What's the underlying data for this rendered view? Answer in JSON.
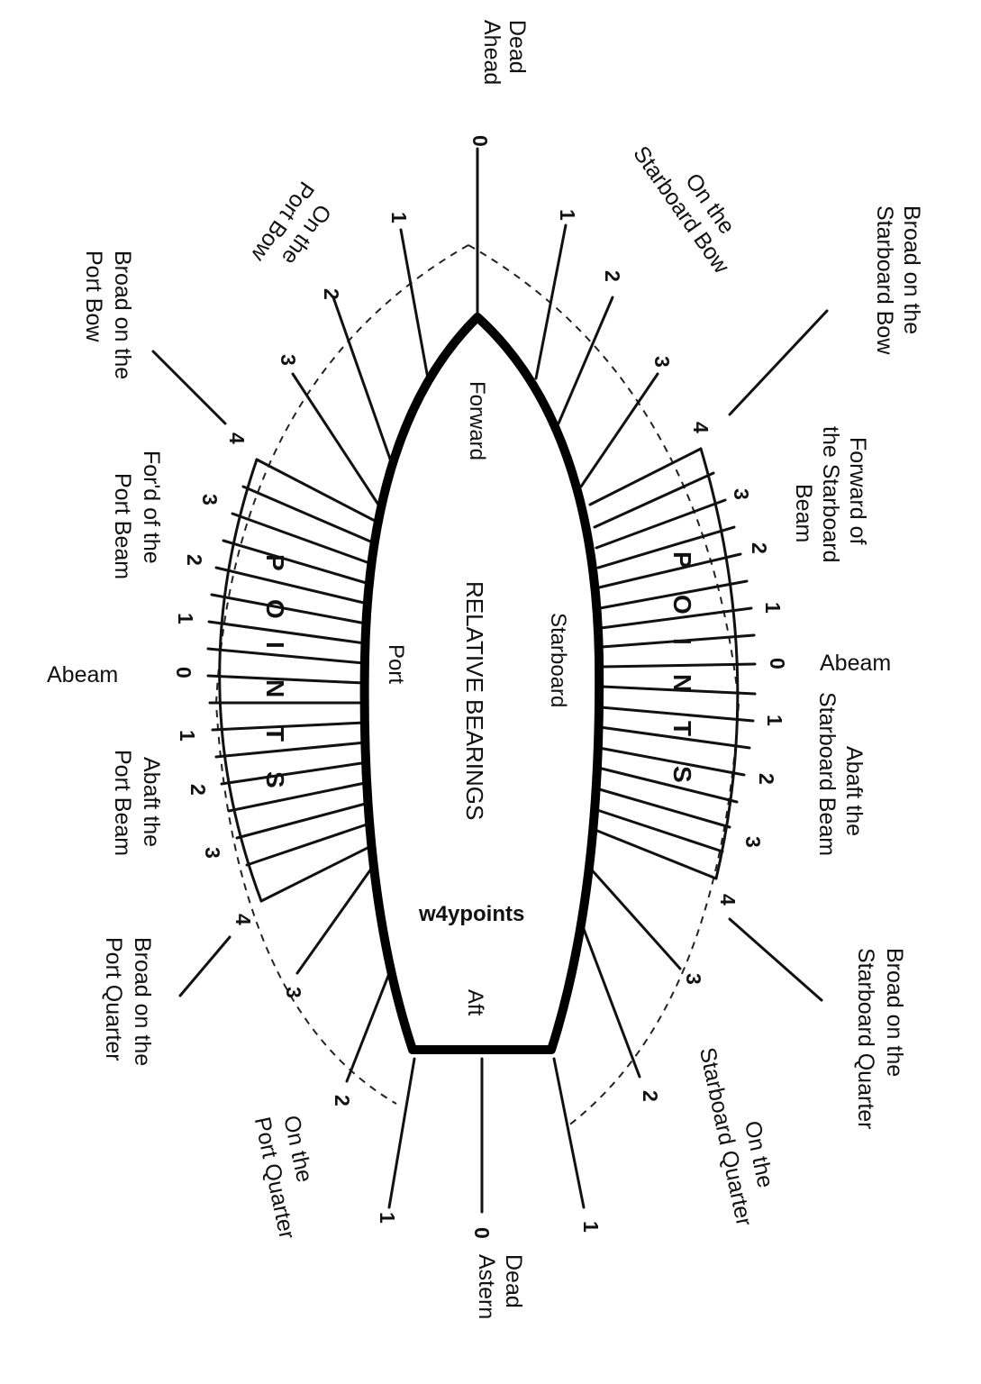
{
  "hull_labels": {
    "forward": "Forward",
    "aft": "Aft",
    "port": "Port",
    "starboard": "Starboard",
    "title": "RELATIVE BEARINGS",
    "watermark": "w4ypoints"
  },
  "points_word": [
    "P",
    "O",
    "I",
    "N",
    "T",
    "S"
  ],
  "bearings": {
    "dead_ahead": [
      "Dead",
      "Ahead"
    ],
    "dead_astern": [
      "Dead",
      "Astern"
    ],
    "abeam_port": "Abeam",
    "abeam_starboard": "Abeam",
    "starboard_bow": [
      "On the",
      "Starboard Bow"
    ],
    "port_bow": [
      "On the",
      "Port Bow"
    ],
    "broad_starboard_bow": [
      "Broad on the",
      "Starboard Bow"
    ],
    "broad_port_bow": [
      "Broad on the",
      "Port Bow"
    ],
    "fwd_starboard_beam": [
      "Forward of",
      "the Starboard",
      "Beam"
    ],
    "fwd_port_beam": [
      "For'd of the",
      "Port Beam"
    ],
    "abaft_starboard_beam": [
      "Abaft the",
      "Starboard Beam"
    ],
    "abaft_port_beam": [
      "Abaft the",
      "Port Beam"
    ],
    "broad_starboard_quarter": [
      "Broad on the",
      "Starboard Quarter"
    ],
    "broad_port_quarter": [
      "Broad on the",
      "Port Quarter"
    ],
    "starboard_quarter": [
      "On the",
      "Starboard Quarter"
    ],
    "port_quarter": [
      "On the",
      "Port Quarter"
    ]
  },
  "numbers": {
    "zero": "0",
    "bow_seq": [
      "1",
      "2",
      "3",
      "4"
    ],
    "beam_fwd_seq": [
      "3",
      "2",
      "1"
    ],
    "beam_aft_seq": [
      "1",
      "2",
      "3",
      "4"
    ],
    "quarter_seq": [
      "3",
      "2",
      "1"
    ]
  },
  "colors": {
    "ink": "#111111",
    "background": "#ffffff"
  }
}
